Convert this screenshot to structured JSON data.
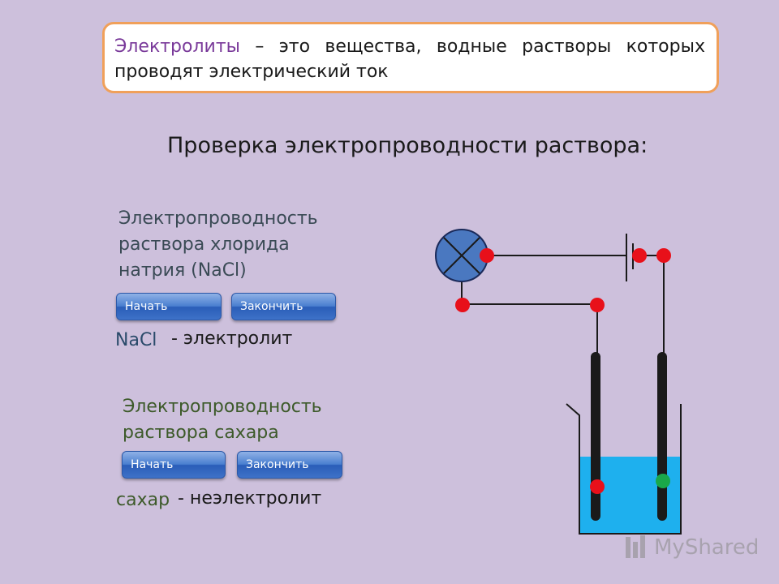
{
  "definition": {
    "term": "Электролиты",
    "text": " – это вещества, водные растворы которых проводят электрический ток"
  },
  "heading": "Проверка электропроводности раствора:",
  "experiments": [
    {
      "title_lines": [
        "Электропроводность",
        "раствора хлорида",
        "натрия (NaCl)"
      ],
      "start_label": "Начать",
      "stop_label": "Закончить",
      "substance": "NaCl",
      "result": "- электролит"
    },
    {
      "title_lines": [
        "Электропроводность",
        "раствора сахара"
      ],
      "start_label": "Начать",
      "stop_label": "Закончить",
      "substance": "сахар",
      "result": "- неэлектролит"
    }
  ],
  "watermark": "MyShared",
  "colors": {
    "background": "#cdc0dc",
    "box_border": "#f0a05a",
    "term": "#7a3a9a",
    "lamp": "#4a78c0",
    "solution": "#1eb0ee",
    "contact_red": "#e8101a",
    "contact_green": "#1aa84a"
  }
}
